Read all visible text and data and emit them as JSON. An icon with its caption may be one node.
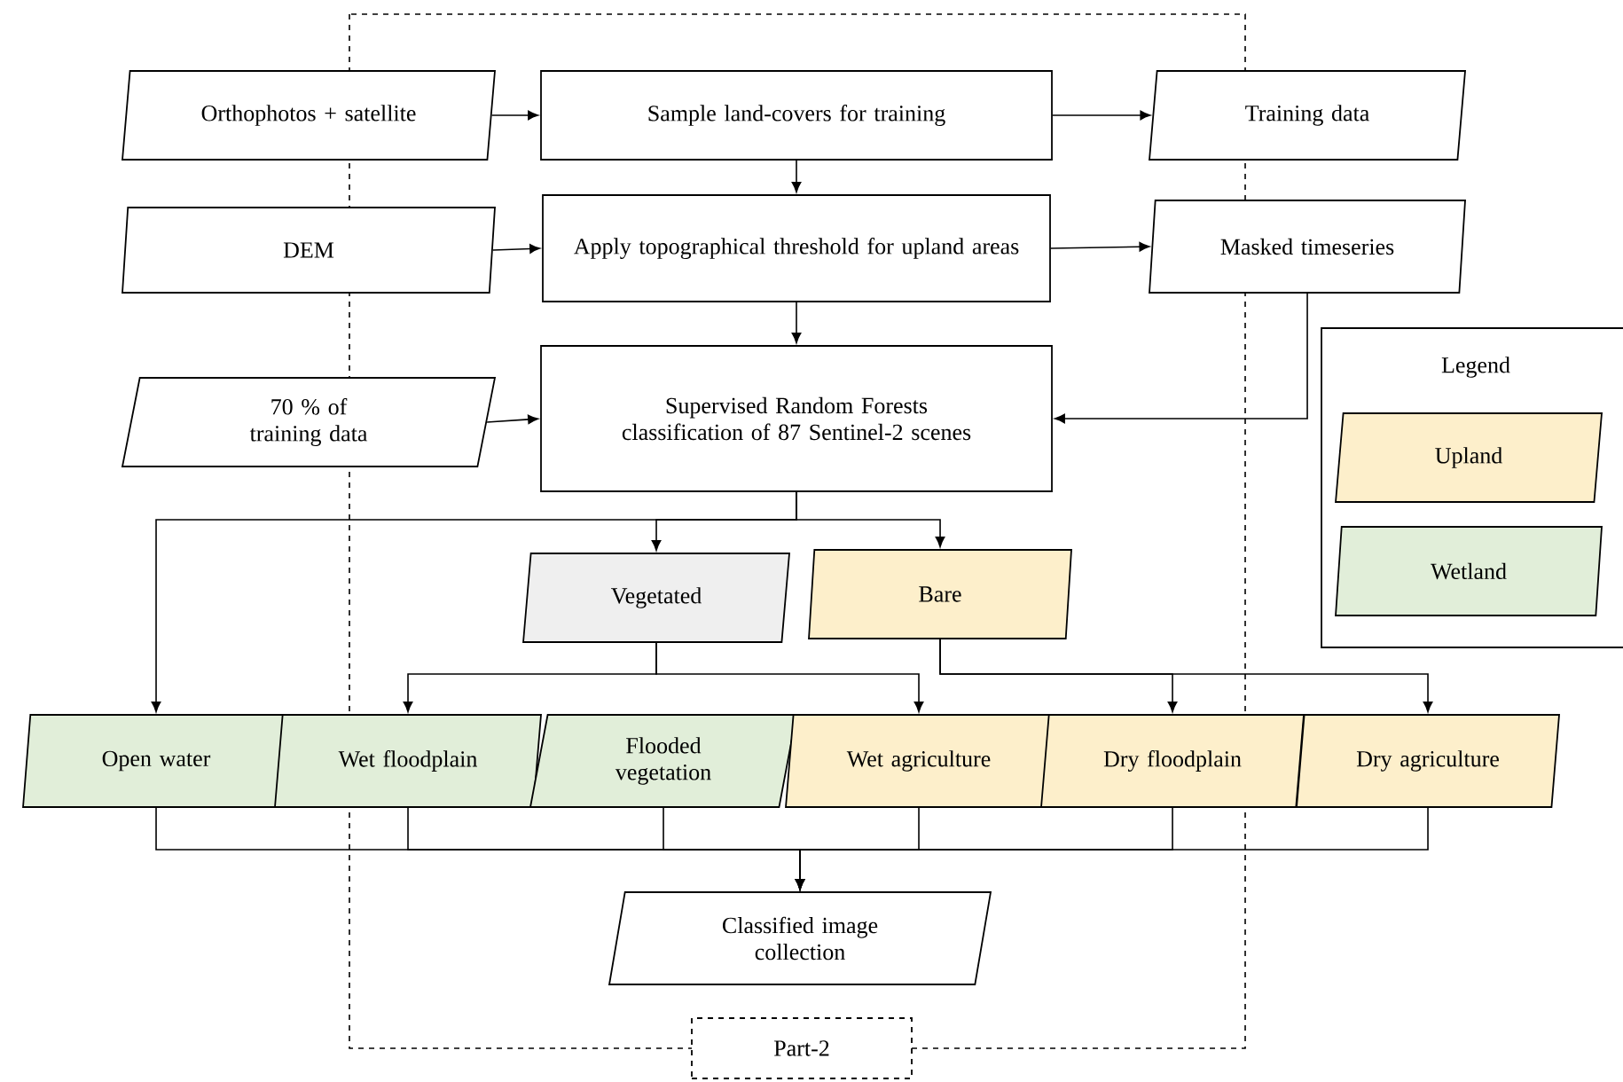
{
  "diagram": {
    "nodes": [
      {
        "text": [
          "Orthophotos + satellite"
        ]
      },
      {
        "text": [
          "Sample land-covers for training"
        ]
      },
      {
        "text": [
          "Training data"
        ]
      },
      {
        "text": [
          "DEM"
        ]
      },
      {
        "text": [
          "Apply topographical threshold for upland areas"
        ]
      },
      {
        "text": [
          "Masked timeseries"
        ]
      },
      {
        "text": [
          "70 % of training data"
        ]
      },
      {
        "text": [
          "Supervised Random Forests classification of 87 Sentinel-2 scenes"
        ]
      },
      {
        "text": [
          "Vegetated"
        ]
      },
      {
        "text": [
          "Bare"
        ]
      },
      {
        "text": [
          "Open water"
        ]
      },
      {
        "text": [
          "Wet floodplain"
        ]
      },
      {
        "text": [
          "Flooded vegetation"
        ]
      },
      {
        "text": [
          "Wet agriculture"
        ]
      },
      {
        "text": [
          "Dry floodplain"
        ]
      },
      {
        "text": [
          "Dry agriculture"
        ]
      },
      {
        "text": [
          "Classified image collection"
        ]
      },
      {
        "text": [
          "Part-2"
        ]
      }
    ],
    "edges": [
      {
        "from": 0,
        "to": 1,
        "arrow": "to"
      },
      {
        "from": 1,
        "to": 2,
        "arrow": "to"
      },
      {
        "from": 1,
        "to": 4,
        "arrow": "to"
      },
      {
        "from": 3,
        "to": 4,
        "arrow": "to"
      },
      {
        "from": 4,
        "to": 5,
        "arrow": "to"
      },
      {
        "from": 4,
        "to": 7,
        "arrow": "to"
      },
      {
        "from": 6,
        "to": 7,
        "arrow": "to"
      },
      {
        "from": 5,
        "to": 7,
        "arrow": "to"
      },
      {
        "from": 7,
        "to": 10,
        "arrow": "to"
      },
      {
        "from": 7,
        "to": 8,
        "arrow": "to"
      },
      {
        "from": 7,
        "to": 9,
        "arrow": "to"
      },
      {
        "from": 8,
        "to": 11,
        "arrow": "to"
      },
      {
        "from": 8,
        "to": 13,
        "arrow": "to"
      },
      {
        "from": 9,
        "to": 14,
        "arrow": "to"
      },
      {
        "from": 9,
        "to": 15,
        "arrow": "to"
      },
      {
        "from": 10,
        "to": 16,
        "arrow": "to"
      },
      {
        "from": 11,
        "to": 16,
        "arrow": "to"
      },
      {
        "from": 12,
        "to": 16,
        "arrow": "to"
      },
      {
        "from": 13,
        "to": 16,
        "arrow": "to"
      },
      {
        "from": 14,
        "to": 16,
        "arrow": "to"
      },
      {
        "from": 15,
        "to": 16,
        "arrow": "to"
      }
    ],
    "labels": [
      "Legend"
    ],
    "legend": [
      {
        "text": "Upland",
        "color": "#fdefcb"
      },
      {
        "text": "Wetland",
        "color": "#e1eed9"
      }
    ]
  }
}
